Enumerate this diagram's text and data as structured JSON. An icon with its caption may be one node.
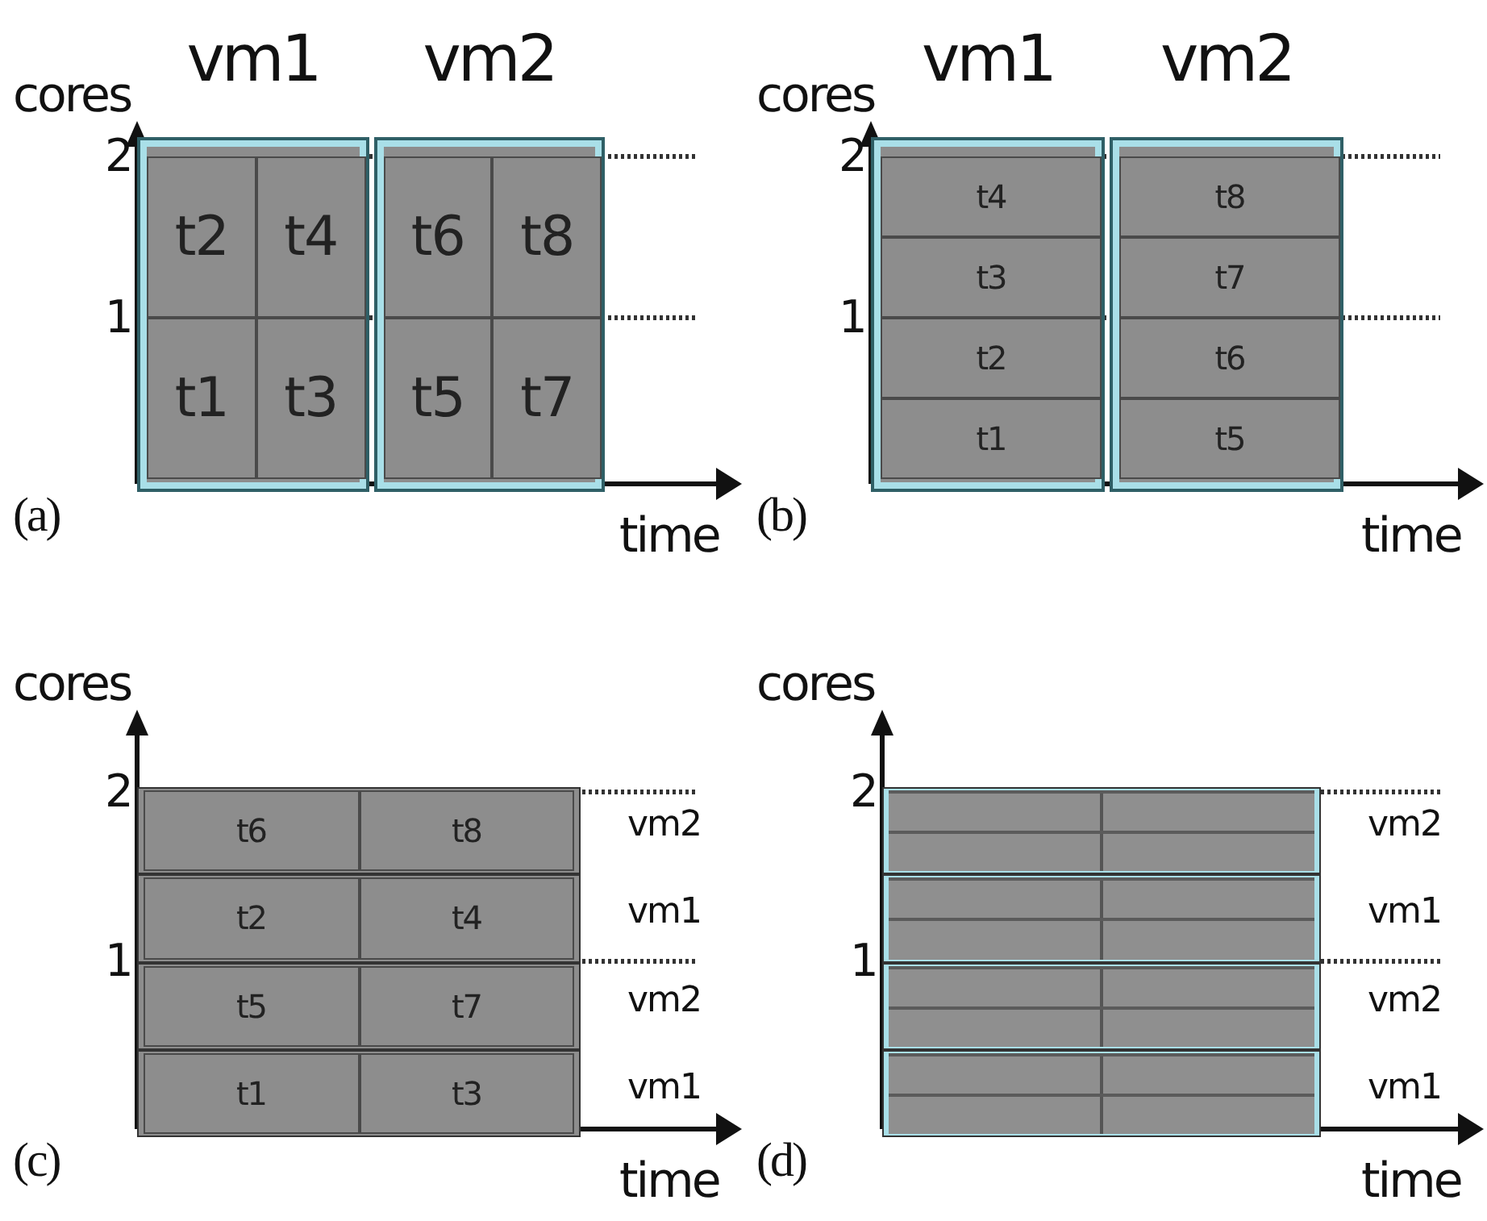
{
  "diagram": {
    "nodes": [
      {
        "text": [
          "vm1"
        ]
      },
      {
        "text": [
          "t2"
        ],
        "in": 0
      },
      {
        "text": [
          "t4"
        ],
        "in": 0
      },
      {
        "text": [
          "t1"
        ],
        "in": 0
      },
      {
        "text": [
          "t3"
        ],
        "in": 0
      },
      {
        "text": [
          "vm2"
        ]
      },
      {
        "text": [
          "t6"
        ],
        "in": 5
      },
      {
        "text": [
          "t8"
        ],
        "in": 5
      },
      {
        "text": [
          "t5"
        ],
        "in": 5
      },
      {
        "text": [
          "t7"
        ],
        "in": 5
      },
      {
        "text": [
          "vm1"
        ]
      },
      {
        "text": [
          "t4"
        ],
        "in": 10
      },
      {
        "text": [
          "t3"
        ],
        "in": 10
      },
      {
        "text": [
          "t2"
        ],
        "in": 10
      },
      {
        "text": [
          "t1"
        ],
        "in": 10
      },
      {
        "text": [
          "vm2"
        ]
      },
      {
        "text": [
          "t8"
        ],
        "in": 15
      },
      {
        "text": [
          "t7"
        ],
        "in": 15
      },
      {
        "text": [
          "t6"
        ],
        "in": 15
      },
      {
        "text": [
          "t5"
        ],
        "in": 15
      },
      {
        "text": [],
        "beside": [
          "vm2"
        ],
        "shape": "bar"
      },
      {
        "text": [
          "t6"
        ],
        "in": 20
      },
      {
        "text": [
          "t8"
        ],
        "in": 20
      },
      {
        "text": [],
        "beside": [
          "vm1"
        ],
        "shape": "bar"
      },
      {
        "text": [
          "t2"
        ],
        "in": 23
      },
      {
        "text": [
          "t4"
        ],
        "in": 23
      },
      {
        "text": [],
        "beside": [
          "vm2"
        ],
        "shape": "bar"
      },
      {
        "text": [
          "t5"
        ],
        "in": 26
      },
      {
        "text": [
          "t7"
        ],
        "in": 26
      },
      {
        "text": [],
        "beside": [
          "vm1"
        ],
        "shape": "bar"
      },
      {
        "text": [
          "t1"
        ],
        "in": 29
      },
      {
        "text": [
          "t3"
        ],
        "in": 29
      },
      {
        "text": [],
        "beside": [
          "vm2"
        ],
        "shape": "bar"
      },
      {
        "text": [],
        "shape": "bar",
        "in": 32
      },
      {
        "text": [],
        "shape": "bar",
        "in": 32
      },
      {
        "text": [],
        "beside": [
          "vm1"
        ],
        "shape": "bar"
      },
      {
        "text": [],
        "shape": "bar",
        "in": 35
      },
      {
        "text": [],
        "shape": "bar",
        "in": 35
      },
      {
        "text": [],
        "beside": [
          "vm2"
        ],
        "shape": "bar"
      },
      {
        "text": [],
        "shape": "bar",
        "in": 38
      },
      {
        "text": [],
        "shape": "bar",
        "in": 38
      },
      {
        "text": [],
        "beside": [
          "vm1"
        ],
        "shape": "bar"
      },
      {
        "text": [],
        "shape": "bar",
        "in": 41
      },
      {
        "text": [],
        "shape": "bar",
        "in": 41
      }
    ],
    "labels": [
      "cores",
      "2",
      "1",
      "(a)",
      "time",
      "cores",
      "2",
      "1",
      "(b)",
      "time",
      "cores",
      "2",
      "1",
      "(c)",
      "time",
      "cores",
      "2",
      "1",
      "(d)",
      "time"
    ]
  }
}
